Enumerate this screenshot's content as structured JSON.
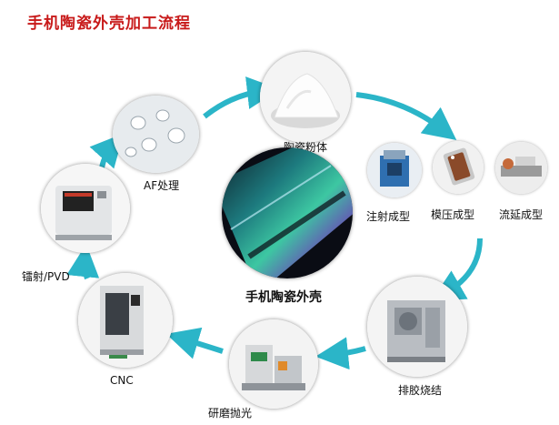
{
  "title": "手机陶瓷外壳加工流程",
  "center_label": "手机陶瓷外壳",
  "steps": [
    {
      "label": "陶瓷粉体"
    },
    {
      "label": "注射成型"
    },
    {
      "label": "模压成型"
    },
    {
      "label": "流延成型"
    },
    {
      "label": "排胶烧结"
    },
    {
      "label": "研磨抛光"
    },
    {
      "label": "CNC"
    },
    {
      "label": "镭射/PVD"
    },
    {
      "label": "AF处理"
    }
  ],
  "colors": {
    "title": "#c81a1a",
    "arrow": "#2bb5c8",
    "arrow_dark": "#1d9fb3"
  }
}
